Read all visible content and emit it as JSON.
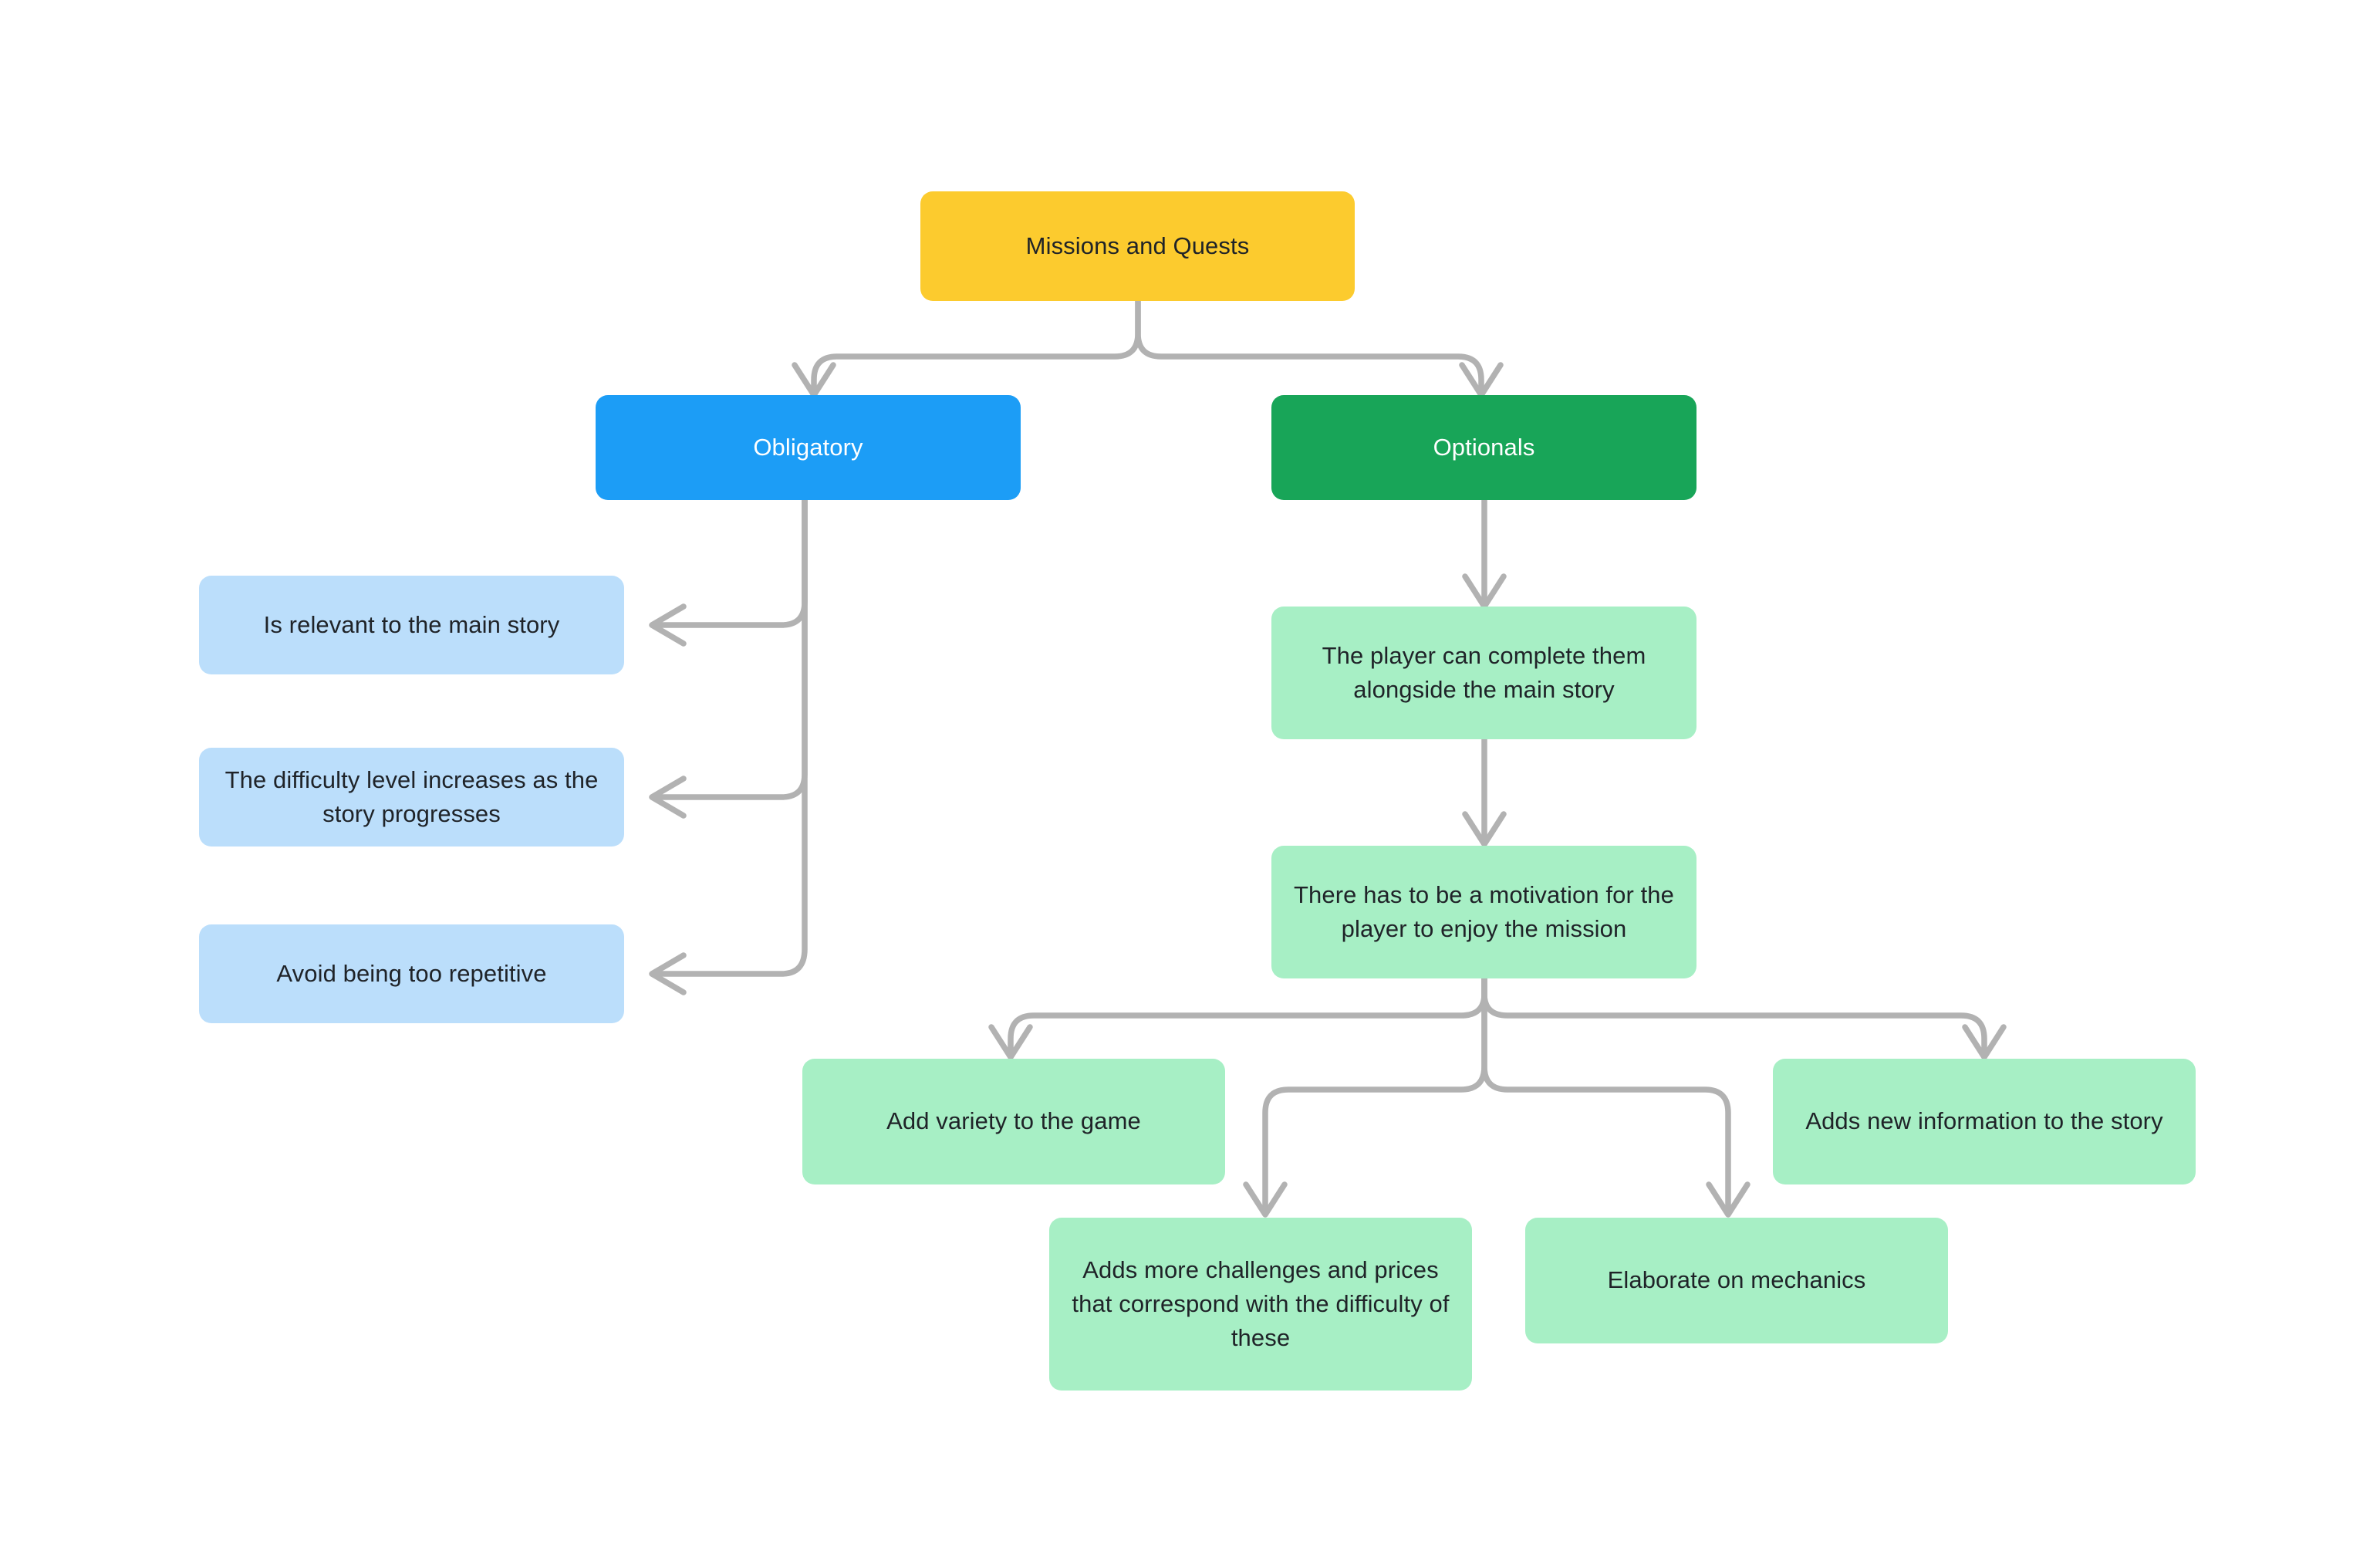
{
  "diagram": {
    "type": "mind-map",
    "title": "Missions and Quests",
    "background_color": "#FFFFFF",
    "edge_color": "#B2B2B2",
    "palette": {
      "root": "#FCCB2E",
      "branch_obligatory": "#1C9DF6",
      "branch_optionals": "#18A558",
      "leaf_obligatory": "#BBDEFB",
      "leaf_optionals": "#A7EFC5",
      "text_dark": "#1F2328",
      "text_light": "#FFFFFF"
    },
    "nodes": [
      {
        "id": "root",
        "label": "Missions and Quests"
      },
      {
        "id": "obligatory",
        "label": "Obligatory"
      },
      {
        "id": "optionals",
        "label": "Optionals"
      },
      {
        "id": "ob1",
        "label": "Is relevant to the main story"
      },
      {
        "id": "ob2",
        "label": "The difficulty level increases as the story progresses"
      },
      {
        "id": "ob3",
        "label": "Avoid being too repetitive"
      },
      {
        "id": "op1",
        "label": "The player can complete them alongside the main story"
      },
      {
        "id": "op2",
        "label": "There has to be a motivation for the player to enjoy the mission"
      },
      {
        "id": "op2a",
        "label": "Add variety to the game"
      },
      {
        "id": "op2b",
        "label": "Adds more challenges and prices that correspond with the difficulty of these"
      },
      {
        "id": "op2c",
        "label": "Elaborate on mechanics"
      },
      {
        "id": "op2d",
        "label": "Adds new information to the story"
      }
    ],
    "edges": [
      {
        "from": "root",
        "to": "obligatory"
      },
      {
        "from": "root",
        "to": "optionals"
      },
      {
        "from": "obligatory",
        "to": "ob1"
      },
      {
        "from": "obligatory",
        "to": "ob2"
      },
      {
        "from": "obligatory",
        "to": "ob3"
      },
      {
        "from": "optionals",
        "to": "op1"
      },
      {
        "from": "op1",
        "to": "op2"
      },
      {
        "from": "op2",
        "to": "op2a"
      },
      {
        "from": "op2",
        "to": "op2b"
      },
      {
        "from": "op2",
        "to": "op2c"
      },
      {
        "from": "op2",
        "to": "op2d"
      }
    ]
  }
}
